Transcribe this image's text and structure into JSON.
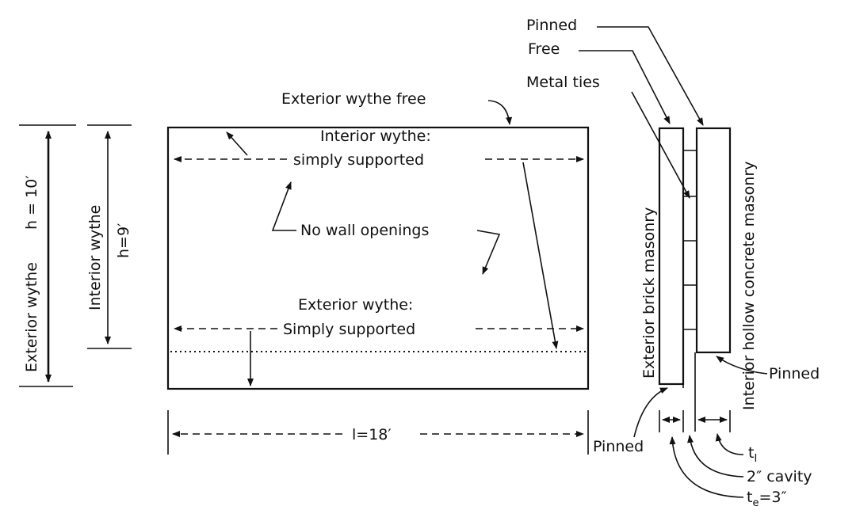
{
  "labels": {
    "pinned_top": "Pinned",
    "free_top": "Free",
    "metal_ties": "Metal ties",
    "exterior_wythe_free": "Exterior wythe free",
    "interior_simply_1": "Interior wythe:",
    "interior_simply_2": "simply supported",
    "no_wall_openings": "No wall openings",
    "exterior_simply_1": "Exterior wythe:",
    "exterior_simply_2": "Simply supported",
    "length": "l=18′",
    "exterior_wythe_v": "Exterior wythe",
    "h_ext": "h = 10′",
    "interior_wythe_v": "Interior wythe",
    "h_int": "h=9′",
    "exterior_brick": "Exterior brick masonry",
    "interior_hollow": "Interior hollow concrete masonry",
    "pinned_right": "Pinned",
    "pinned_bottom": "Pinned",
    "t_i": "t",
    "t_i_sub": "I",
    "cavity": "2″ cavity",
    "t_e": "t",
    "t_e_sub": "e",
    "t_e_val": "=3″"
  },
  "colors": {
    "ink": "#111111",
    "background": "#ffffff"
  }
}
